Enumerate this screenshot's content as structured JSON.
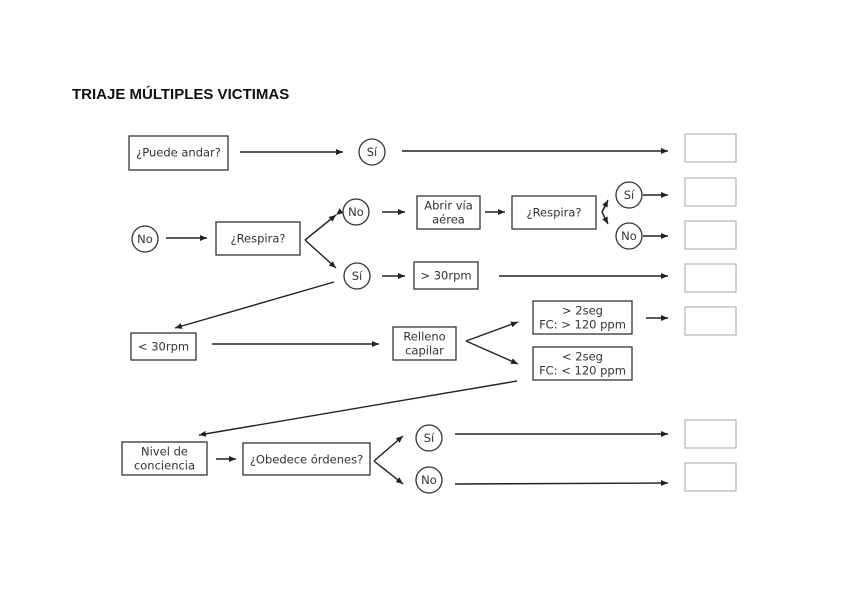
{
  "title": "TRIAJE MÚLTIPLES VICTIMAS",
  "nodes": {
    "puede_andar": "¿Puede andar?",
    "si_anda": "Sí",
    "no_anda": "No",
    "respira": "¿Respira?",
    "no_respira": "No",
    "abrir_via_1": "Abrir vía",
    "abrir_via_2": "aérea",
    "respira2": "¿Respira?",
    "si_respira2": "Sí",
    "no_respira2": "No",
    "si_respira": "Sí",
    "mas_30rpm": "> 30rpm",
    "menos_30rpm": "< 30rpm",
    "relleno_1": "Relleno",
    "relleno_2": "capilar",
    "mas_2seg_1": "> 2seg",
    "mas_2seg_2": "FC: > 120 ppm",
    "menos_2seg_1": "< 2seg",
    "menos_2seg_2": "FC: < 120 ppm",
    "nivel_1": "Nivel de",
    "nivel_2": "conciencia",
    "obedece": "¿Obedece órdenes?",
    "si_obedece": "Sí",
    "no_obedece": "No"
  },
  "result_boxes": [
    "",
    "",
    "",
    "",
    "",
    "",
    ""
  ]
}
